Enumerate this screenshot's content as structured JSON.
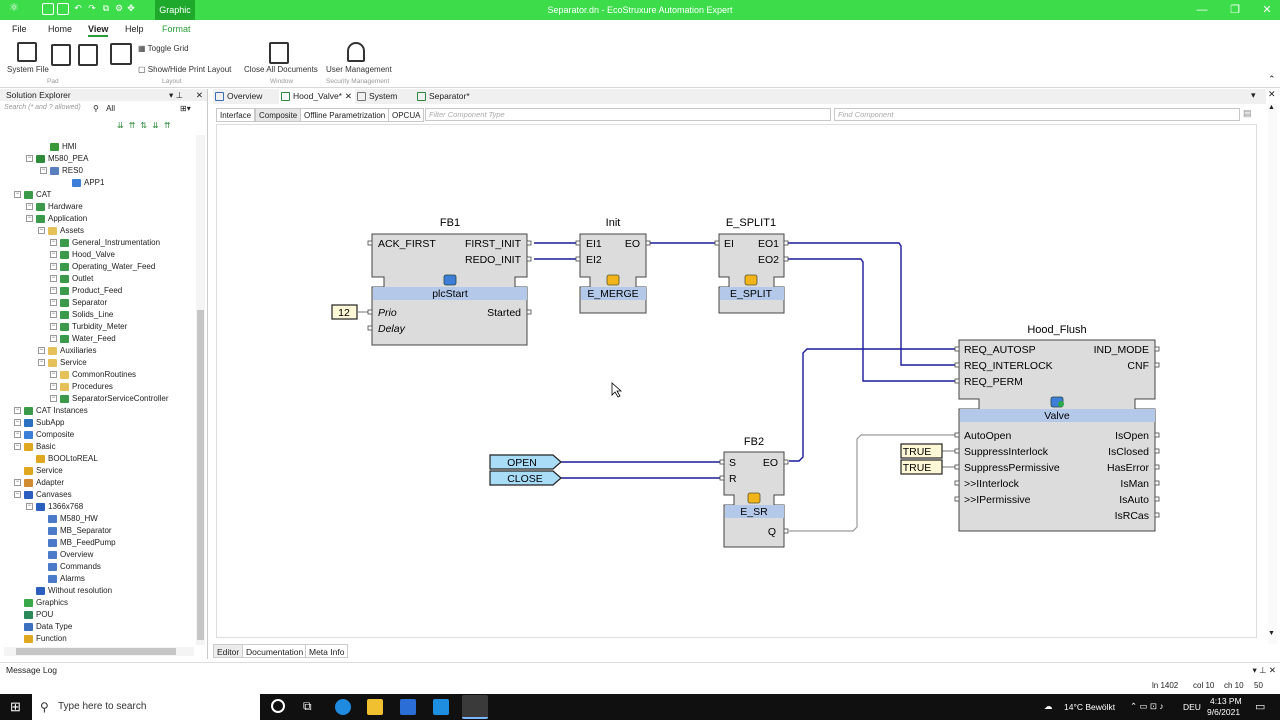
{
  "app": {
    "title": "Separator.dn - EcoStruxure Automation Expert",
    "context_tab": "Graphic",
    "accent": "#3cdc4a"
  },
  "ribbon": {
    "tabs": [
      "File",
      "Home",
      "View",
      "Help",
      "Format"
    ],
    "active_tab": "View",
    "system_file": "System File",
    "pad_group": "Pad",
    "toggle_grid": "Toggle Grid",
    "show_hide_print_layout": "Show/Hide Print Layout",
    "layout_group": "Layout",
    "close_all_documents": "Close All Documents",
    "window_group": "Window",
    "user_management": "User Management",
    "security_group": "Security Management"
  },
  "solution_explorer": {
    "title": "Solution Explorer",
    "search_placeholder": "Search (* and ? allowed)",
    "filter_value": "All",
    "tree": [
      {
        "label": "HMI",
        "icon": "hmi"
      },
      {
        "label": "M580_PEA",
        "icon": "device"
      },
      {
        "label": "RES0",
        "icon": "resource"
      },
      {
        "label": "APP1",
        "icon": "app"
      },
      {
        "label": "CAT",
        "icon": "cat"
      },
      {
        "label": "Hardware",
        "icon": "cat"
      },
      {
        "label": "Application",
        "icon": "cat"
      },
      {
        "label": "Assets",
        "icon": "folder"
      },
      {
        "label": "General_Instrumentation",
        "icon": "cat"
      },
      {
        "label": "Hood_Valve",
        "icon": "cat"
      },
      {
        "label": "Operating_Water_Feed",
        "icon": "cat"
      },
      {
        "label": "Outlet",
        "icon": "cat"
      },
      {
        "label": "Product_Feed",
        "icon": "cat"
      },
      {
        "label": "Separator",
        "icon": "cat"
      },
      {
        "label": "Solids_Line",
        "icon": "cat"
      },
      {
        "label": "Turbidity_Meter",
        "icon": "cat"
      },
      {
        "label": "Water_Feed",
        "icon": "cat"
      },
      {
        "label": "Auxiliaries",
        "icon": "folder"
      },
      {
        "label": "Service",
        "icon": "folder"
      },
      {
        "label": "CommonRoutines",
        "icon": "folder"
      },
      {
        "label": "Procedures",
        "icon": "folder"
      },
      {
        "label": "SeparatorServiceController",
        "icon": "cat"
      },
      {
        "label": "CAT Instances",
        "icon": "cat"
      },
      {
        "label": "SubApp",
        "icon": "subapp"
      },
      {
        "label": "Composite",
        "icon": "composite"
      },
      {
        "label": "Basic",
        "icon": "basic"
      },
      {
        "label": "BOOLtoREAL",
        "icon": "basic"
      },
      {
        "label": "Service",
        "icon": "basic"
      },
      {
        "label": "Adapter",
        "icon": "adapter"
      },
      {
        "label": "Canvases",
        "icon": "canvas"
      },
      {
        "label": "1366x768",
        "icon": "canvas"
      },
      {
        "label": "M580_HW",
        "icon": "page"
      },
      {
        "label": "MB_Separator",
        "icon": "page"
      },
      {
        "label": "MB_FeedPump",
        "icon": "page"
      },
      {
        "label": "Overview",
        "icon": "page"
      },
      {
        "label": "Commands",
        "icon": "page"
      },
      {
        "label": "Alarms",
        "icon": "page"
      },
      {
        "label": "Without resolution",
        "icon": "canvas"
      },
      {
        "label": "Graphics",
        "icon": "graphics"
      },
      {
        "label": "POU",
        "icon": "pou"
      },
      {
        "label": "Data Type",
        "icon": "datatype"
      },
      {
        "label": "Function",
        "icon": "function"
      }
    ]
  },
  "document_tabs": [
    "Overview",
    "Hood_Valve*",
    "System",
    "Separator*"
  ],
  "sub_tabs": [
    "Interface",
    "Composite",
    "Offline Parametrization",
    "OPCUA"
  ],
  "filter_component_type_placeholder": "Filter Component Type",
  "find_component_placeholder": "Find Component",
  "bottom_tabs": [
    "Editor",
    "Documentation",
    "Meta Info"
  ],
  "message_log": "Message Log",
  "status": {
    "ln": "ln 1402",
    "col": "col 10",
    "ch": "ch 10",
    "num": "50"
  },
  "diagram": {
    "fb1": {
      "instance": "FB1",
      "type": "plcStart",
      "ev_in": "ACK_FIRST",
      "ev_out1": "FIRST_INIT",
      "ev_out2": "REDO_INIT",
      "data_in1": "Prio",
      "data_in2": "Delay",
      "data_out": "Started",
      "prio_value": "12"
    },
    "init": {
      "instance": "Init",
      "type": "E_MERGE",
      "in1": "EI1",
      "in2": "EI2",
      "out": "EO"
    },
    "split": {
      "instance": "E_SPLIT1",
      "type": "E_SPLIT",
      "in": "EI",
      "out1": "EO1",
      "out2": "EO2"
    },
    "fb2": {
      "instance": "FB2",
      "type": "E_SR",
      "in1": "S",
      "in2": "R",
      "out": "EO",
      "q": "Q"
    },
    "open_label": "OPEN",
    "close_label": "CLOSE",
    "hood": {
      "instance": "Hood_Flush",
      "type": "Valve",
      "ev_in": [
        "REQ_AUTOSP",
        "REQ_INTERLOCK",
        "REQ_PERM"
      ],
      "ev_out": [
        "IND_MODE",
        "CNF"
      ],
      "data_in": [
        "AutoOpen",
        "SuppressInterlock",
        "SuppressPermissive",
        ">>IInterlock",
        ">>IPermissive"
      ],
      "data_out": [
        "IsOpen",
        "IsClosed",
        "HasError",
        "IsMan",
        "IsAuto",
        "IsRCas"
      ],
      "true1": "TRUE",
      "true2": "TRUE"
    }
  },
  "taskbar": {
    "search_placeholder": "Type here to search",
    "weather": "14°C  Bewölkt",
    "lang": "DEU",
    "time": "4:13 PM",
    "date": "9/6/2021"
  }
}
